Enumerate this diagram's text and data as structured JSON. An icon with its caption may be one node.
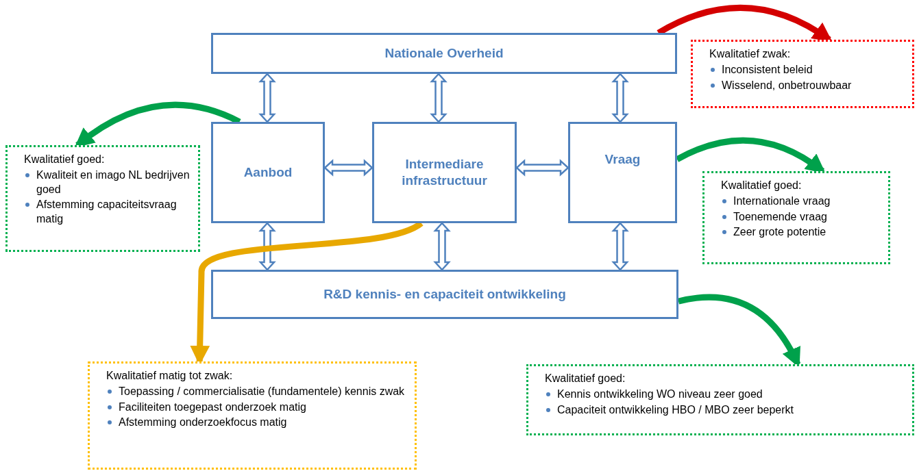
{
  "diagram": {
    "nodes": [
      {
        "text": [
          "Nationale Overheid"
        ]
      },
      {
        "text": [
          "Aanbod"
        ]
      },
      {
        "text": [
          "Intermediare infrastructuur"
        ]
      },
      {
        "text": [
          "Vraag"
        ]
      },
      {
        "text": [
          "R&D kennis- en capaciteit ontwikkeling"
        ]
      },
      {
        "text": [
          "Kwalitatief zwak:",
          "Inconsistent beleid",
          "Wisselend, onbetrouwbaar"
        ]
      },
      {
        "text": [
          "Kwalitatief goed:",
          "Kwaliteit en imago NL bedrijven goed",
          "Afstemming capaciteitsvraag matig"
        ]
      },
      {
        "text": [
          "Kwalitatief goed:",
          "Internationale vraag",
          "Toenemende vraag",
          "Zeer grote potentie"
        ]
      },
      {
        "text": [
          "Kwalitatief matig tot zwak:",
          "Toepassing / commercialisatie (fundamentele) kennis zwak",
          "Faciliteiten toegepast onderzoek matig",
          "Afstemming onderzoekfocus matig"
        ]
      },
      {
        "text": [
          "Kwalitatief goed:",
          "Kennis ontwikkeling WO niveau zeer goed",
          "Capaciteit ontwikkeling HBO / MBO zeer beperkt"
        ]
      }
    ],
    "edges": [
      {
        "from": 0,
        "to": 1,
        "arrow": "both"
      },
      {
        "from": 0,
        "to": 2,
        "arrow": "both"
      },
      {
        "from": 0,
        "to": 3,
        "arrow": "both"
      },
      {
        "from": 1,
        "to": 2,
        "arrow": "both"
      },
      {
        "from": 2,
        "to": 3,
        "arrow": "both"
      },
      {
        "from": 1,
        "to": 4,
        "arrow": "both"
      },
      {
        "from": 2,
        "to": 4,
        "arrow": "both"
      },
      {
        "from": 3,
        "to": 4,
        "arrow": "both"
      },
      {
        "from": 0,
        "to": 5,
        "arrow": "to",
        "color": "#d40000"
      },
      {
        "from": 1,
        "to": 6,
        "arrow": "to",
        "color": "#00a14b"
      },
      {
        "from": 3,
        "to": 7,
        "arrow": "to",
        "color": "#00a14b"
      },
      {
        "from": 2,
        "to": 8,
        "arrow": "to",
        "color": "#e8a800"
      },
      {
        "from": 4,
        "to": 9,
        "arrow": "to",
        "color": "#00a14b"
      }
    ]
  }
}
